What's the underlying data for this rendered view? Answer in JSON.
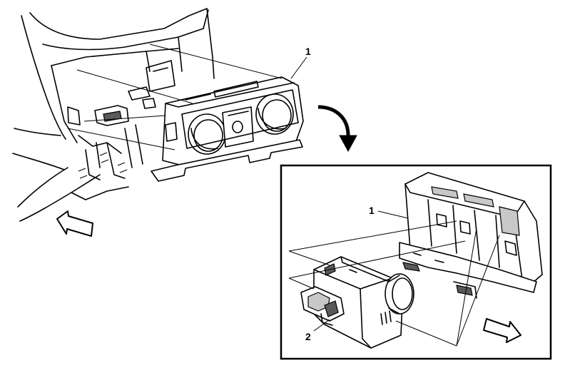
{
  "callouts": {
    "main_label": "1",
    "inset_label_1": "1",
    "inset_label_2": "2"
  },
  "colors": {
    "line": "#000000",
    "background": "#ffffff",
    "shade": "#c8c8c8"
  },
  "icons": {
    "rotate_arrow": "curved-arrow-icon",
    "direction_arrow_left": "outline-arrow-icon",
    "direction_arrow_right": "outline-arrow-icon"
  }
}
